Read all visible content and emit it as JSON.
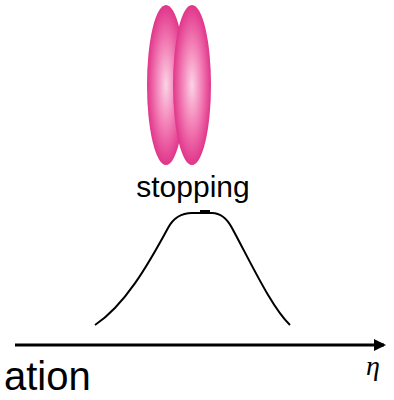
{
  "diagram": {
    "labels": [
      "stopping",
      "ation",
      "η"
    ]
  }
}
